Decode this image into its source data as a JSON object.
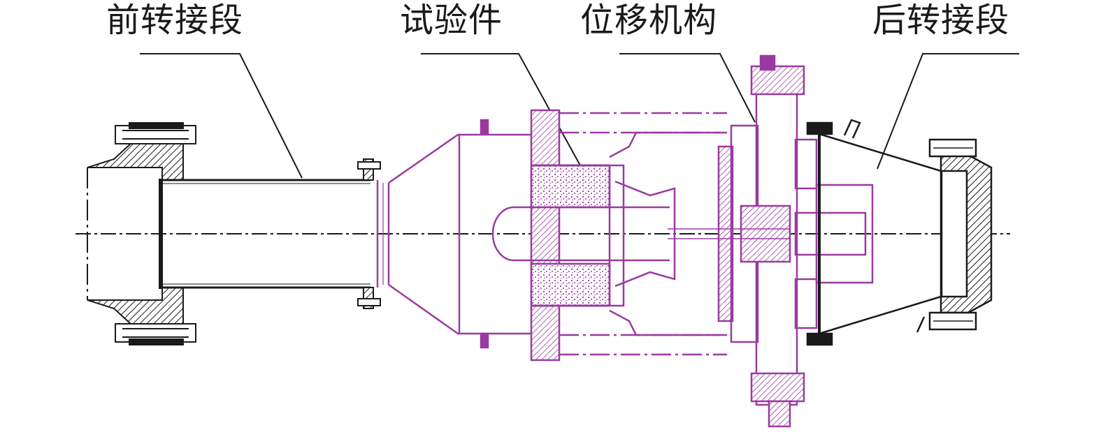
{
  "labels": {
    "front_adapter": "前转接段",
    "test_specimen": "试验件",
    "displacement_mechanism": "位移机构",
    "rear_adapter": "后转接段"
  },
  "colors": {
    "line": "#1a1a1a",
    "accent": "#9a3aa0",
    "background": "#ffffff"
  }
}
